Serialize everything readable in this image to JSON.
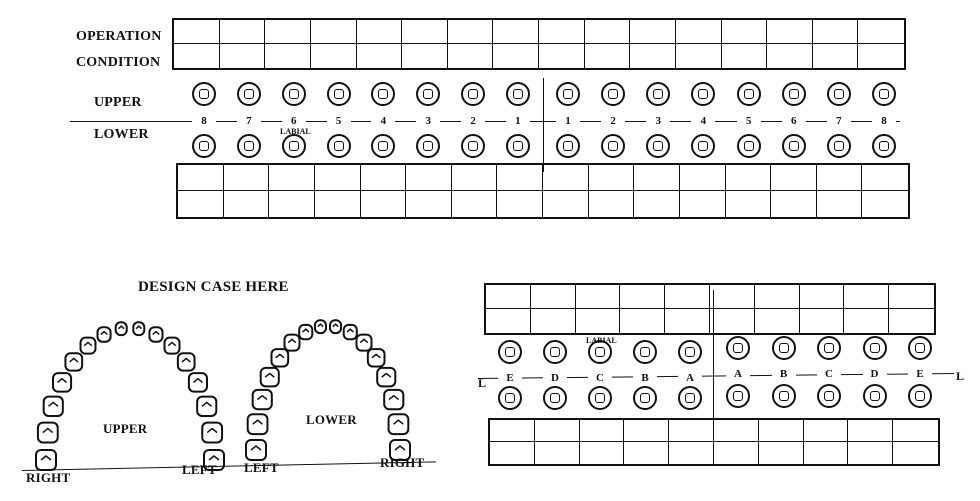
{
  "permanent_chart": {
    "operation_label": "OPERATION",
    "condition_label": "CONDITION",
    "upper_label": "UPPER",
    "lower_label": "LOWER",
    "labial_label": "LABIAL",
    "right_numbers": [
      "8",
      "7",
      "6",
      "5",
      "4",
      "3",
      "2",
      "1"
    ],
    "left_numbers": [
      "1",
      "2",
      "3",
      "4",
      "5",
      "6",
      "7",
      "8"
    ],
    "top_grid_columns": 16,
    "bottom_grid_columns": 16
  },
  "design_case": {
    "title": "DESIGN CASE HERE",
    "upper_arch_label": "UPPER",
    "lower_arch_label": "LOWER",
    "upper_right": "RIGHT",
    "upper_left": "LEFT",
    "lower_left": "LEFT",
    "lower_right": "RIGHT"
  },
  "primary_chart": {
    "labial_label": "LABIAL",
    "side_left": "L",
    "side_right": "L",
    "right_letters": [
      "E",
      "D",
      "C",
      "B",
      "A"
    ],
    "left_letters": [
      "A",
      "B",
      "C",
      "D",
      "E"
    ],
    "grid_columns": 10
  }
}
